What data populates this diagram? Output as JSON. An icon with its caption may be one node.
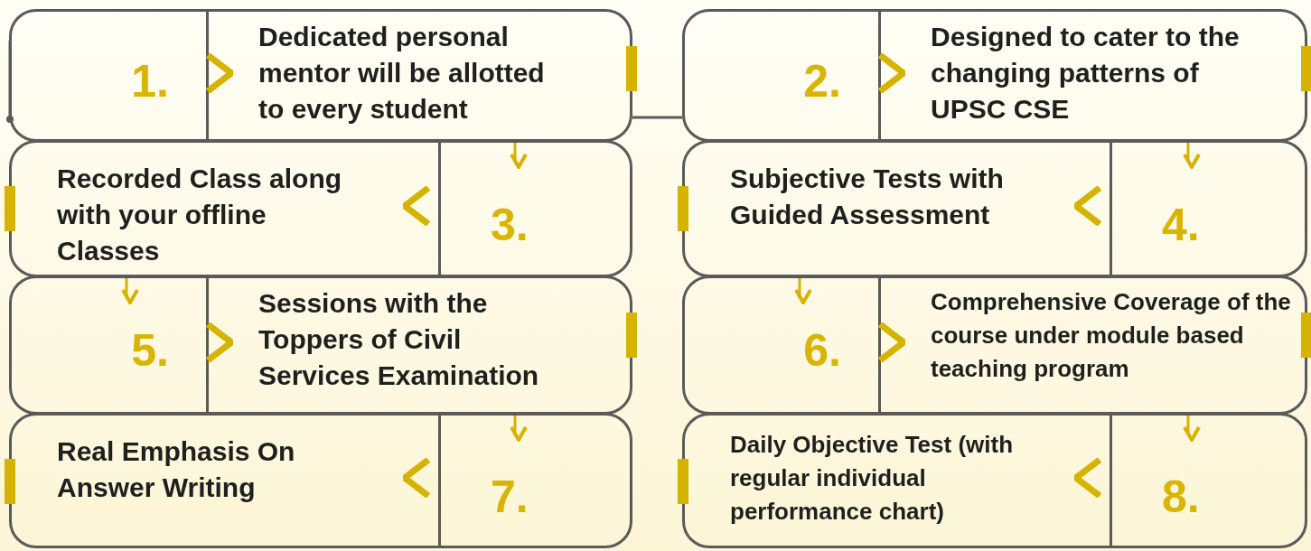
{
  "diagram": {
    "nodes": [
      {
        "text": [
          "1.",
          "Dedicated personal mentor will be allotted to every student"
        ]
      },
      {
        "text": [
          "2.",
          "Designed to cater to the changing patterns of UPSC CSE"
        ]
      },
      {
        "text": [
          "Recorded Class along with your offline Classes",
          "3."
        ]
      },
      {
        "text": [
          "Subjective Tests with Guided Assessment",
          "4."
        ]
      },
      {
        "text": [
          "5.",
          "Sessions with the Toppers of Civil Services Examination"
        ]
      },
      {
        "text": [
          "6.",
          "Comprehensive Coverage of the course under module based teaching program"
        ]
      },
      {
        "text": [
          "Real Emphasis On Answer Writing",
          "7."
        ]
      },
      {
        "text": [
          "Daily Objective Test (with regular individual performance chart)",
          "8."
        ]
      }
    ],
    "edges": [
      {
        "from": 0,
        "to": 1,
        "arrow": "none",
        "color": "#5a5a5a"
      },
      {
        "from": 0,
        "to": 2,
        "arrow": "to"
      },
      {
        "from": 2,
        "to": 4,
        "arrow": "to"
      },
      {
        "from": 4,
        "to": 6,
        "arrow": "to"
      },
      {
        "from": 1,
        "to": 3,
        "arrow": "to"
      },
      {
        "from": 3,
        "to": 5,
        "arrow": "to"
      },
      {
        "from": 5,
        "to": 7,
        "arrow": "to"
      }
    ]
  }
}
